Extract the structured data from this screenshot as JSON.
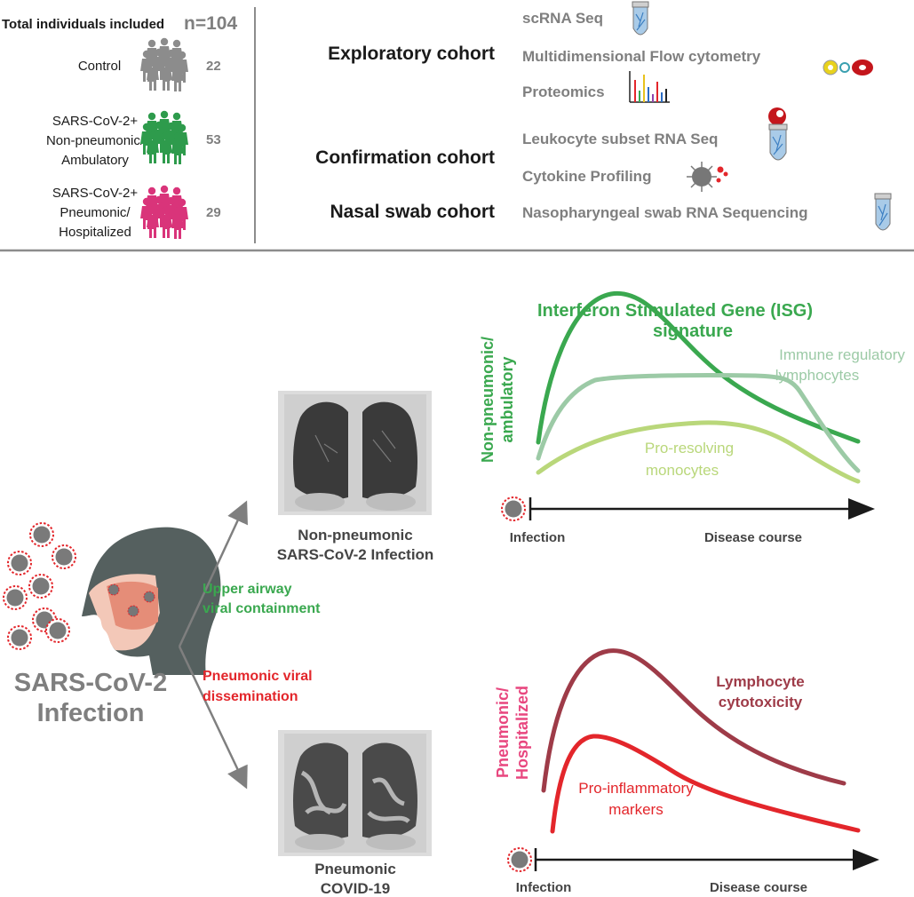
{
  "colors": {
    "gray_text": "#7f7f7f",
    "dark_text": "#1a1a1a",
    "control_people": "#8c8c8c",
    "nonpneumonic_people": "#2e9b4c",
    "pneumonic_people": "#d9347a",
    "green_text": "#3aa84f",
    "red_text": "#e3262b",
    "isg": "#3aa84f",
    "immune_reg": "#9ccaa6",
    "pro_resolving": "#b9d77a",
    "lymph_cyto": "#9e3b48",
    "pro_inflam": "#e3262b",
    "virus": "#7a7a7a",
    "virus_ring": "#e3262b"
  },
  "cohorts": {
    "total_label": "Total individuals included",
    "total_n": "n=104",
    "groups": [
      {
        "lines": [
          "Control"
        ],
        "count": "22"
      },
      {
        "lines": [
          "SARS-CoV-2+",
          "Non-pneumonic/",
          "Ambulatory"
        ],
        "count": "53"
      },
      {
        "lines": [
          "SARS-CoV-2+",
          "Pneumonic/",
          "Hospitalized"
        ],
        "count": "29"
      }
    ]
  },
  "studies": {
    "exploratory": "Exploratory cohort",
    "confirmation": "Confirmation cohort",
    "nasal": "Nasal swab cohort",
    "methods": [
      "scRNA Seq",
      "Multidimensional Flow cytometry",
      "Proteomics",
      "Leukocyte subset RNA Seq",
      "Cytokine Profiling",
      "Nasopharyngeal swab RNA Sequencing"
    ]
  },
  "infection": {
    "title_line1": "SARS-CoV-2",
    "title_line2": "Infection",
    "upper_line1": "Upper airway",
    "upper_line2": "viral containment",
    "pneu_line1": "Pneumonic viral",
    "pneu_line2": "dissemination",
    "nonpneu_ct_line1": "Non-pneumonic",
    "nonpneu_ct_line2": "SARS-CoV-2 Infection",
    "pneu_ct_line1": "Pneumonic",
    "pneu_ct_line2": "COVID-19"
  },
  "top_chart": {
    "ylabel_line1": "Non-pneumonic/",
    "ylabel_line2": "ambulatory",
    "x_start": "Infection",
    "x_end": "Disease course",
    "isg_line1": "Interferon Stimulated Gene (ISG)",
    "isg_line2": "signature",
    "immune_line1": "Immune regulatory",
    "immune_line2": "lymphocytes",
    "resolving_line1": "Pro-resolving",
    "resolving_line2": "monocytes"
  },
  "bottom_chart": {
    "ylabel_line1": "Pneumonic/",
    "ylabel_line2": "Hospitalized",
    "x_start": "Infection",
    "x_end": "Disease course",
    "lymph_line1": "Lymphocyte",
    "lymph_line2": "cytotoxicity",
    "inflam_line1": "Pro-inflammatory",
    "inflam_line2": "markers"
  }
}
